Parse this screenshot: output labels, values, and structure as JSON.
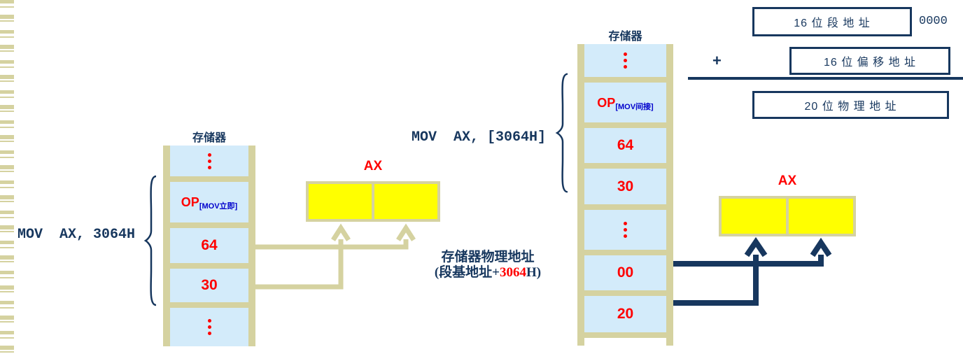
{
  "left_diagram": {
    "instruction": "MOV  AX, 3064H",
    "memory_title": "存储器",
    "cells": [
      {
        "type": "dots"
      },
      {
        "type": "opcode",
        "main": "OP",
        "sub": "[MOV立即]"
      },
      {
        "type": "byte",
        "value": "64"
      },
      {
        "type": "byte",
        "value": "30"
      },
      {
        "type": "dots"
      }
    ],
    "ax_label": "AX"
  },
  "right_diagram": {
    "instruction": "MOV  AX, [3064H]",
    "memory_title": "存储器",
    "cells": [
      {
        "type": "dots"
      },
      {
        "type": "opcode",
        "main": "OP",
        "sub": "[MOV间接]"
      },
      {
        "type": "byte",
        "value": "64"
      },
      {
        "type": "byte",
        "value": "30"
      },
      {
        "type": "dots"
      },
      {
        "type": "byte",
        "value": "00"
      },
      {
        "type": "byte",
        "value": "20"
      },
      {
        "type": "blank"
      }
    ],
    "ax_label": "AX",
    "note_line1": "存储器物理地址",
    "note_line2_prefix": "(段基地址+",
    "note_line2_value": "3064",
    "note_line2_suffix": "H)"
  },
  "formula": {
    "segment_box": "16 位 段 地 址",
    "segment_suffix": "0000",
    "plus": "+",
    "offset_box": "16 位 偏 移 地 址",
    "physical_box": "20 位 物 理 地 址"
  },
  "colors": {
    "navy": "#17375E",
    "red": "#FF0000",
    "opcode_sub_blue": "#0000CC",
    "tan": "#D5D2A0",
    "memory_cell_blue": "#D3EBFA",
    "register_yellow": "#FFFF00"
  }
}
